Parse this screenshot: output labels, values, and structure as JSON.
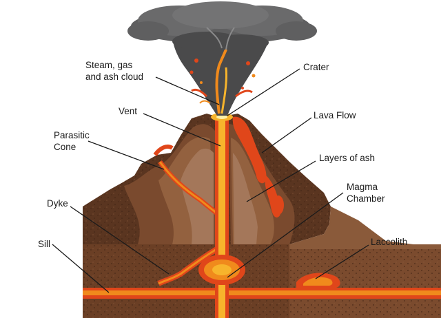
{
  "labels": {
    "steam": "Steam, gas\nand ash cloud",
    "vent": "Vent",
    "parasitic_cone": "Parasitic\nCone",
    "dyke": "Dyke",
    "sill": "Sill",
    "crater": "Crater",
    "lava_flow": "Lava Flow",
    "layers_of_ash": "Layers of ash",
    "magma_chamber": "Magma\nChamber",
    "laccolith": "Laccolith"
  },
  "colors": {
    "cloud": "#5f5f60",
    "cloud_dark": "#4a4a4b",
    "rock_dark": "#5a3520",
    "rock_mid": "#7a4a2e",
    "rock_light": "#93613f",
    "rock_top": "#a4775a",
    "magma": "#f08a1c",
    "magma_core": "#f7b42c",
    "lava_red": "#e0461a",
    "ground": "#6b3f25"
  }
}
